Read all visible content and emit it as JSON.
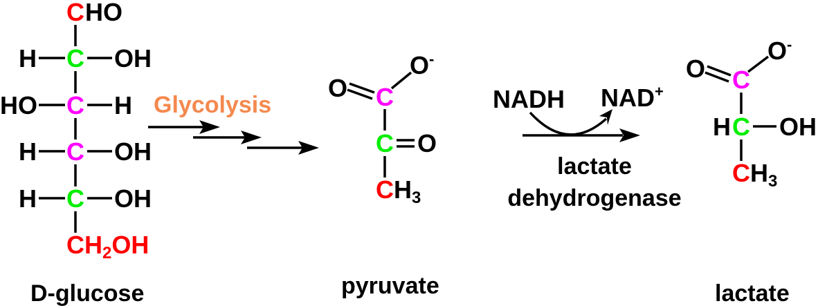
{
  "colors": {
    "black": "#000000",
    "red": "#ff0000",
    "green": "#00ee00",
    "magenta": "#ff00ff",
    "orange": "#f4894f"
  },
  "glucose": {
    "name": "D-glucose",
    "c1_carbon": "C",
    "c1_rest": "HO",
    "c2_left": "H",
    "c2_carbon": "C",
    "c2_right": "OH",
    "c3_left": "HO",
    "c3_carbon": "C",
    "c3_right": "H",
    "c4_left": "H",
    "c4_carbon": "C",
    "c4_right": "OH",
    "c5_left": "H",
    "c5_carbon": "C",
    "c5_right": "OH",
    "c6_ch": "CH",
    "c6_sub": "2",
    "c6_oh": "OH"
  },
  "glycolysis_label": "Glycolysis",
  "pyruvate": {
    "name": "pyruvate",
    "carboxyl_o": "O",
    "carboxyl_c": "C",
    "o_minus": "O",
    "o_minus_charge": "-",
    "keto_c": "C",
    "keto_o": "O",
    "methyl_c": "C",
    "methyl_h": "H",
    "methyl_sub": "3"
  },
  "reaction": {
    "cofactor_in": "NADH",
    "cofactor_out": "NAD",
    "cofactor_out_charge": "+",
    "enzyme_line1": "lactate",
    "enzyme_line2": "dehydrogenase"
  },
  "lactate": {
    "name": "lactate",
    "carboxyl_o": "O",
    "carboxyl_c": "C",
    "o_minus": "O",
    "o_minus_charge": "-",
    "h": "H",
    "c2": "C",
    "oh": "OH",
    "methyl_c": "C",
    "methyl_h": "H",
    "methyl_sub": "3"
  }
}
